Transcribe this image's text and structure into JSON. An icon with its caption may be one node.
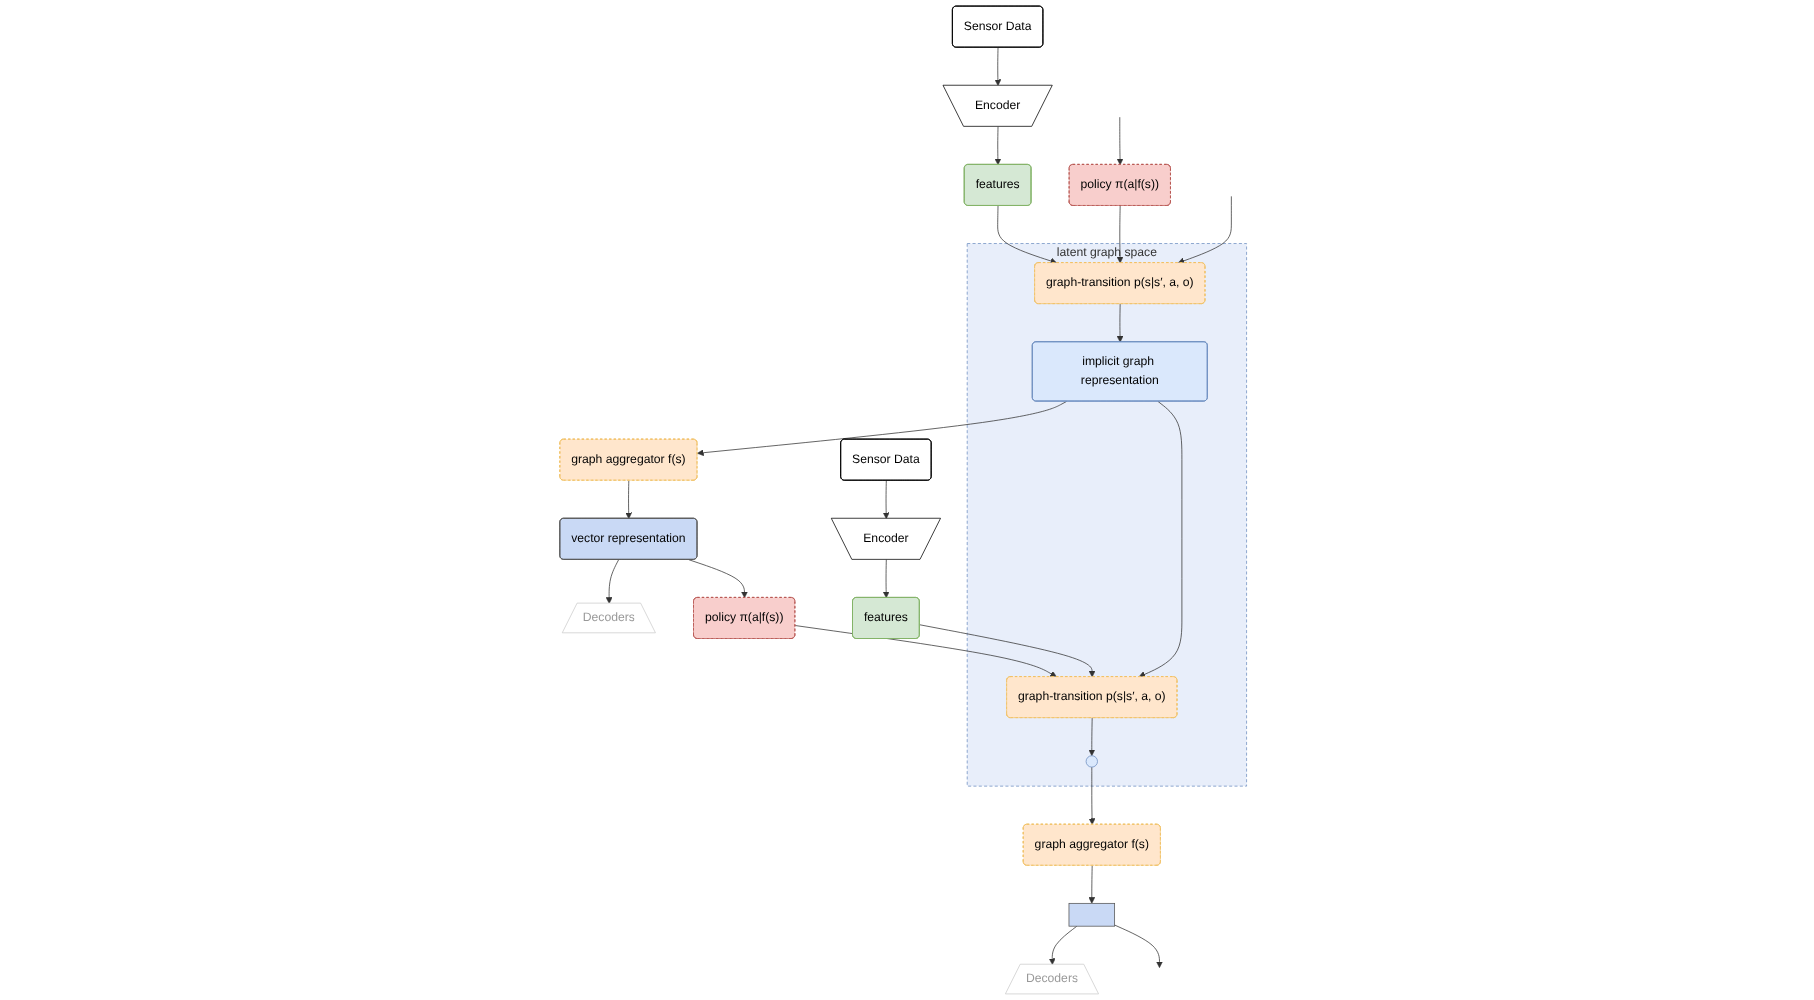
{
  "diagram": {
    "nodes": [
      {
        "text": [
          "Sensor Data"
        ]
      },
      {
        "text": [
          "Encoder"
        ]
      },
      {
        "text": [
          "features"
        ]
      },
      {
        "text": [
          "latent graph space"
        ]
      },
      {
        "text": [
          "graph-transition p(s|s′, a, o)"
        ],
        "in": 3
      },
      {
        "text": [
          "implicit graph representation"
        ],
        "in": 3
      },
      {
        "text": [
          "graph-transition p(s|s′, a, o)"
        ],
        "in": 3
      },
      {
        "text": [],
        "shape": "circle",
        "in": 3
      },
      {
        "text": [
          "policy π(a|f(s))"
        ]
      },
      {
        "text": [
          "graph aggregator f(s)"
        ]
      },
      {
        "text": [
          "vector representation"
        ]
      },
      {
        "text": [
          "Decoders"
        ]
      },
      {
        "text": [
          "Sensor Data"
        ]
      },
      {
        "text": [
          "Encoder"
        ]
      },
      {
        "text": [
          "features"
        ]
      },
      {
        "text": [
          "policy π(a|f(s))"
        ]
      },
      {
        "text": [
          "graph aggregator f(s)"
        ]
      },
      {
        "text": [],
        "shape": "bar"
      },
      {
        "text": [
          "Decoders"
        ]
      }
    ],
    "edges": [
      {
        "from": 0,
        "to": 1,
        "arrow": "to"
      },
      {
        "from": 1,
        "to": 2,
        "arrow": "to"
      },
      {
        "from": 2,
        "to": 4,
        "arrow": "to"
      },
      {
        "from": null,
        "to": 4,
        "arrow": "to"
      },
      {
        "from": null,
        "to": 8,
        "arrow": "to"
      },
      {
        "from": 8,
        "to": 4,
        "arrow": "to"
      },
      {
        "from": 4,
        "to": 5,
        "arrow": "to"
      },
      {
        "from": 5,
        "to": 9,
        "arrow": "to"
      },
      {
        "from": 9,
        "to": 10,
        "arrow": "to"
      },
      {
        "from": 10,
        "to": 11,
        "arrow": "to"
      },
      {
        "from": 10,
        "to": 15,
        "arrow": "to"
      },
      {
        "from": 5,
        "to": 6,
        "arrow": "to"
      },
      {
        "from": 12,
        "to": 13,
        "arrow": "to"
      },
      {
        "from": 13,
        "to": 14,
        "arrow": "to"
      },
      {
        "from": 14,
        "to": 6,
        "arrow": "to"
      },
      {
        "from": 15,
        "to": 6,
        "arrow": "to"
      },
      {
        "from": 6,
        "to": 7,
        "arrow": "to"
      },
      {
        "from": 7,
        "to": 16,
        "arrow": "to"
      },
      {
        "from": 16,
        "to": 17,
        "arrow": "to"
      },
      {
        "from": 17,
        "to": 18,
        "arrow": "to"
      },
      {
        "from": 17,
        "to": null,
        "arrow": "to"
      }
    ]
  }
}
